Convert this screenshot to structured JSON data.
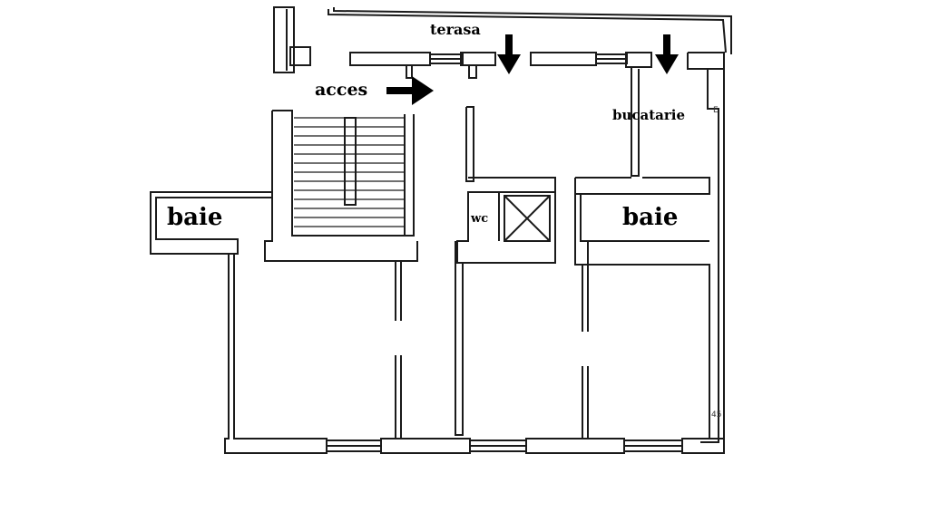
{
  "rooms": {
    "terasa": "terasa",
    "acces": "acces",
    "bucatarie": "bucatarie",
    "baie_left": "baie",
    "wc": "wc",
    "baie_right": "baie"
  },
  "annotations": {
    "mark_e": "E",
    "mark_45": "45"
  },
  "colors": {
    "wall": "#1a1a1a",
    "arrow": "#000000",
    "background": "#ffffff"
  }
}
